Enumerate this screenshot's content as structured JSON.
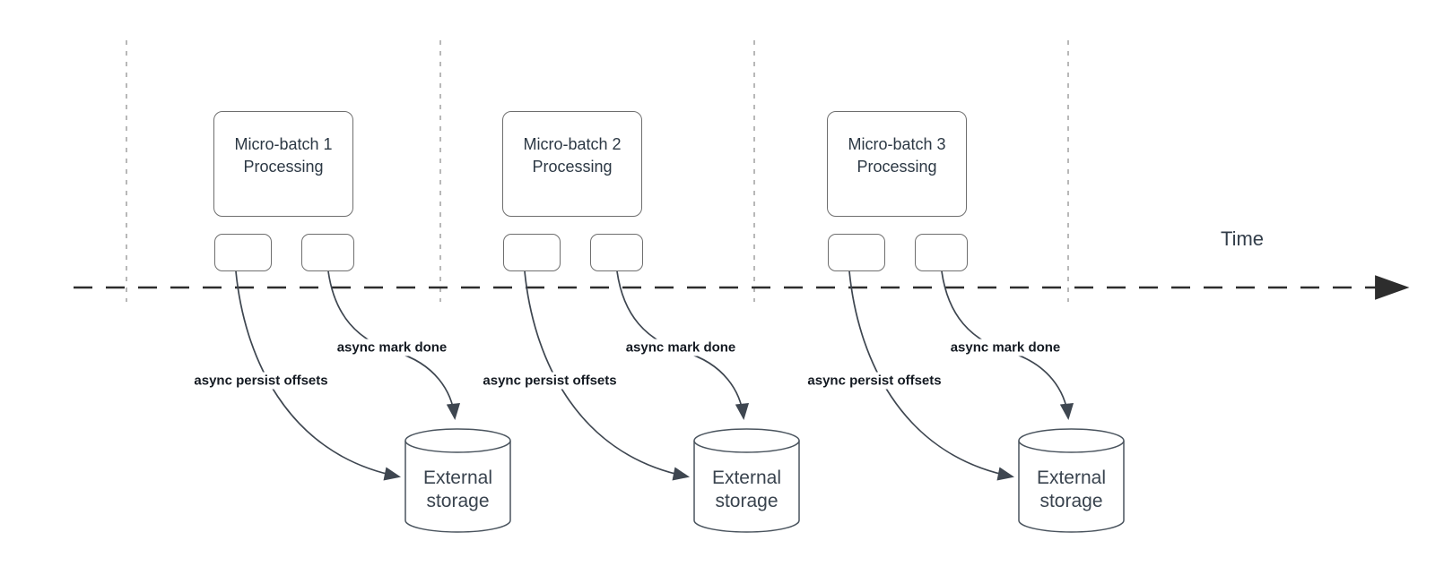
{
  "diagram": {
    "background": "#ffffff",
    "timeline": {
      "label": "Time",
      "axis_color": "#2d2d2d",
      "gridline_color": "#acacac",
      "gridline_positions_x": [
        141,
        491,
        841,
        1191
      ]
    },
    "style": {
      "box_border_color": "#6e6e6e",
      "cylinder_stroke_color": "#4a545e",
      "arrow_color": "#3e4650",
      "box_text_color": "#2c3844",
      "label_text_color": "#141a22"
    },
    "groups": [
      {
        "title": "Micro-batch 1\nProcessing",
        "persist_label": "async persist offsets",
        "mark_label": "async mark done",
        "storage_label": "External\nstorage"
      },
      {
        "title": "Micro-batch 2\nProcessing",
        "persist_label": "async persist offsets",
        "mark_label": "async mark done",
        "storage_label": "External\nstorage"
      },
      {
        "title": "Micro-batch 3\nProcessing",
        "persist_label": "async persist offsets",
        "mark_label": "async mark done",
        "storage_label": "External\nstorage"
      }
    ]
  }
}
